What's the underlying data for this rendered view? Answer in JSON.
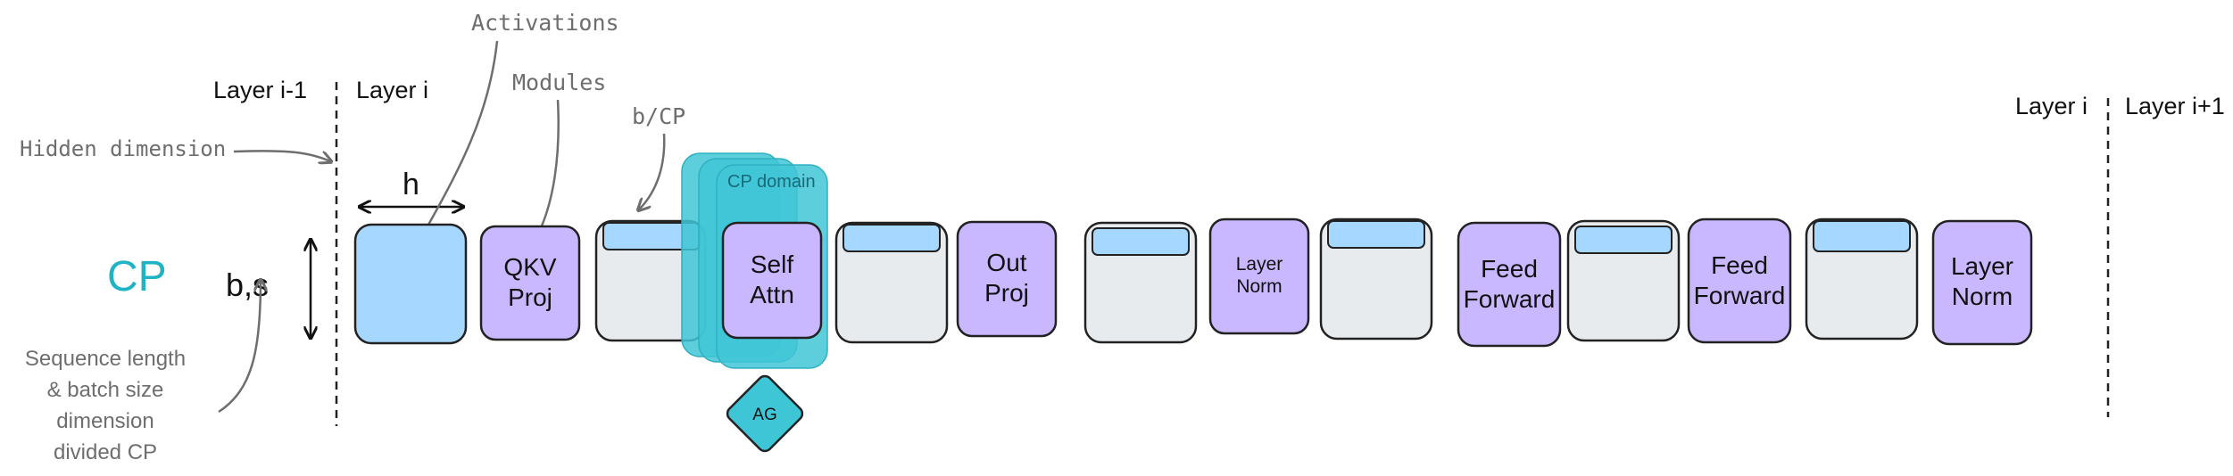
{
  "labels": {
    "layer_prev": "Layer i-1",
    "layer_i_left": "Layer i",
    "layer_i_right": "Layer i",
    "layer_next": "Layer i+1",
    "cp_big": "CP",
    "bs": "b,s",
    "h": "h",
    "cp_domain": "CP domain",
    "ag": "AG"
  },
  "annotations": {
    "activations": "Activations",
    "modules": "Modules",
    "b_cp": "b/CP",
    "hidden_dimension": "Hidden dimension",
    "sequence_length": [
      "Sequence length",
      "& batch size",
      "dimension",
      "divided CP"
    ]
  },
  "modules": {
    "qkv": [
      "QKV",
      "Proj"
    ],
    "self_attn": [
      "Self",
      "Attn"
    ],
    "out_proj": [
      "Out",
      "Proj"
    ],
    "layer_norm_1": [
      "Layer",
      "Norm"
    ],
    "feed_forward_1": [
      "Feed",
      "Forward"
    ],
    "feed_forward_2": [
      "Feed",
      "Forward"
    ],
    "layer_norm_2": [
      "Layer",
      "Norm"
    ]
  },
  "colors": {
    "module_fill": "#c9b8ff",
    "activation_fill": "#a6d8ff",
    "sharded_fill": "#e8ebed",
    "cp_domain_fill": "#3fc6d6",
    "cp_text": "#1fb3c5",
    "annotation_text": "#6e6e6e"
  }
}
